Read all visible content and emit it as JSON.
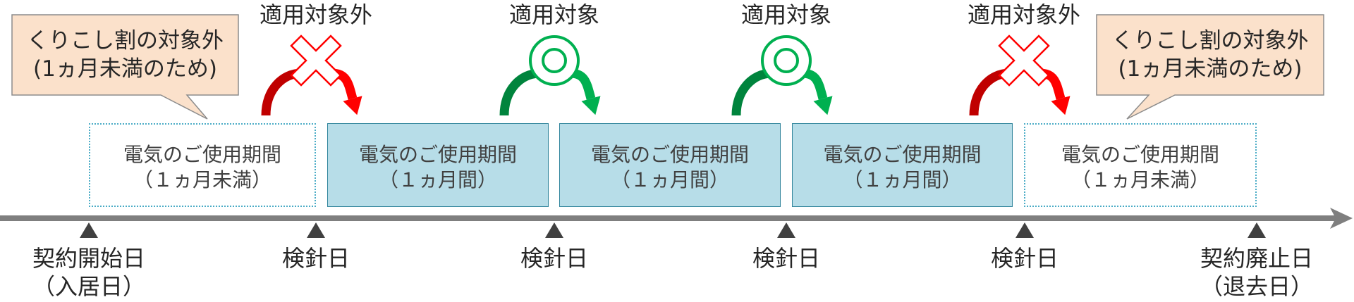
{
  "applicability": [
    {
      "label": "適用対象外",
      "icon": "cross-icon"
    },
    {
      "label": "適用対象",
      "icon": "double-circle-icon"
    },
    {
      "label": "適用対象",
      "icon": "double-circle-icon"
    },
    {
      "label": "適用対象外",
      "icon": "cross-icon"
    }
  ],
  "callouts": [
    {
      "line1": "くりこし割の対象外",
      "line2": "(1ヵ月未満のため)"
    },
    {
      "line1": "くりこし割の対象外",
      "line2": "(1ヵ月未満のため)"
    }
  ],
  "periods": [
    {
      "line1": "電気のご使用期間",
      "line2": "（１ヵ月未満）"
    },
    {
      "line1": "電気のご使用期間",
      "line2": "（１ヵ月間）"
    },
    {
      "line1": "電気のご使用期間",
      "line2": "（１ヵ月間）"
    },
    {
      "line1": "電気のご使用期間",
      "line2": "（１ヵ月間）"
    },
    {
      "line1": "電気のご使用期間",
      "line2": "（１ヵ月未満）"
    }
  ],
  "timeline": {
    "markers": [
      {
        "line1": "契約開始日",
        "line2": "（入居日）"
      },
      {
        "line1": "検針日"
      },
      {
        "line1": "検針日"
      },
      {
        "line1": "検針日"
      },
      {
        "line1": "検針日"
      },
      {
        "line1": "契約廃止日",
        "line2": "（退去日）"
      }
    ]
  },
  "colors": {
    "period_fill": "#b7dde8",
    "period_border": "#31859c",
    "partial_border": "#4bacc6",
    "callout_fill": "#fbe1cb",
    "callout_border": "#8c8c8c",
    "timeline": "#7f7f7f",
    "marker": "#404040",
    "excluded_dark": "#c00000",
    "excluded_bright": "#ff0000",
    "included_dark": "#00843d",
    "included_bright": "#00b050"
  }
}
